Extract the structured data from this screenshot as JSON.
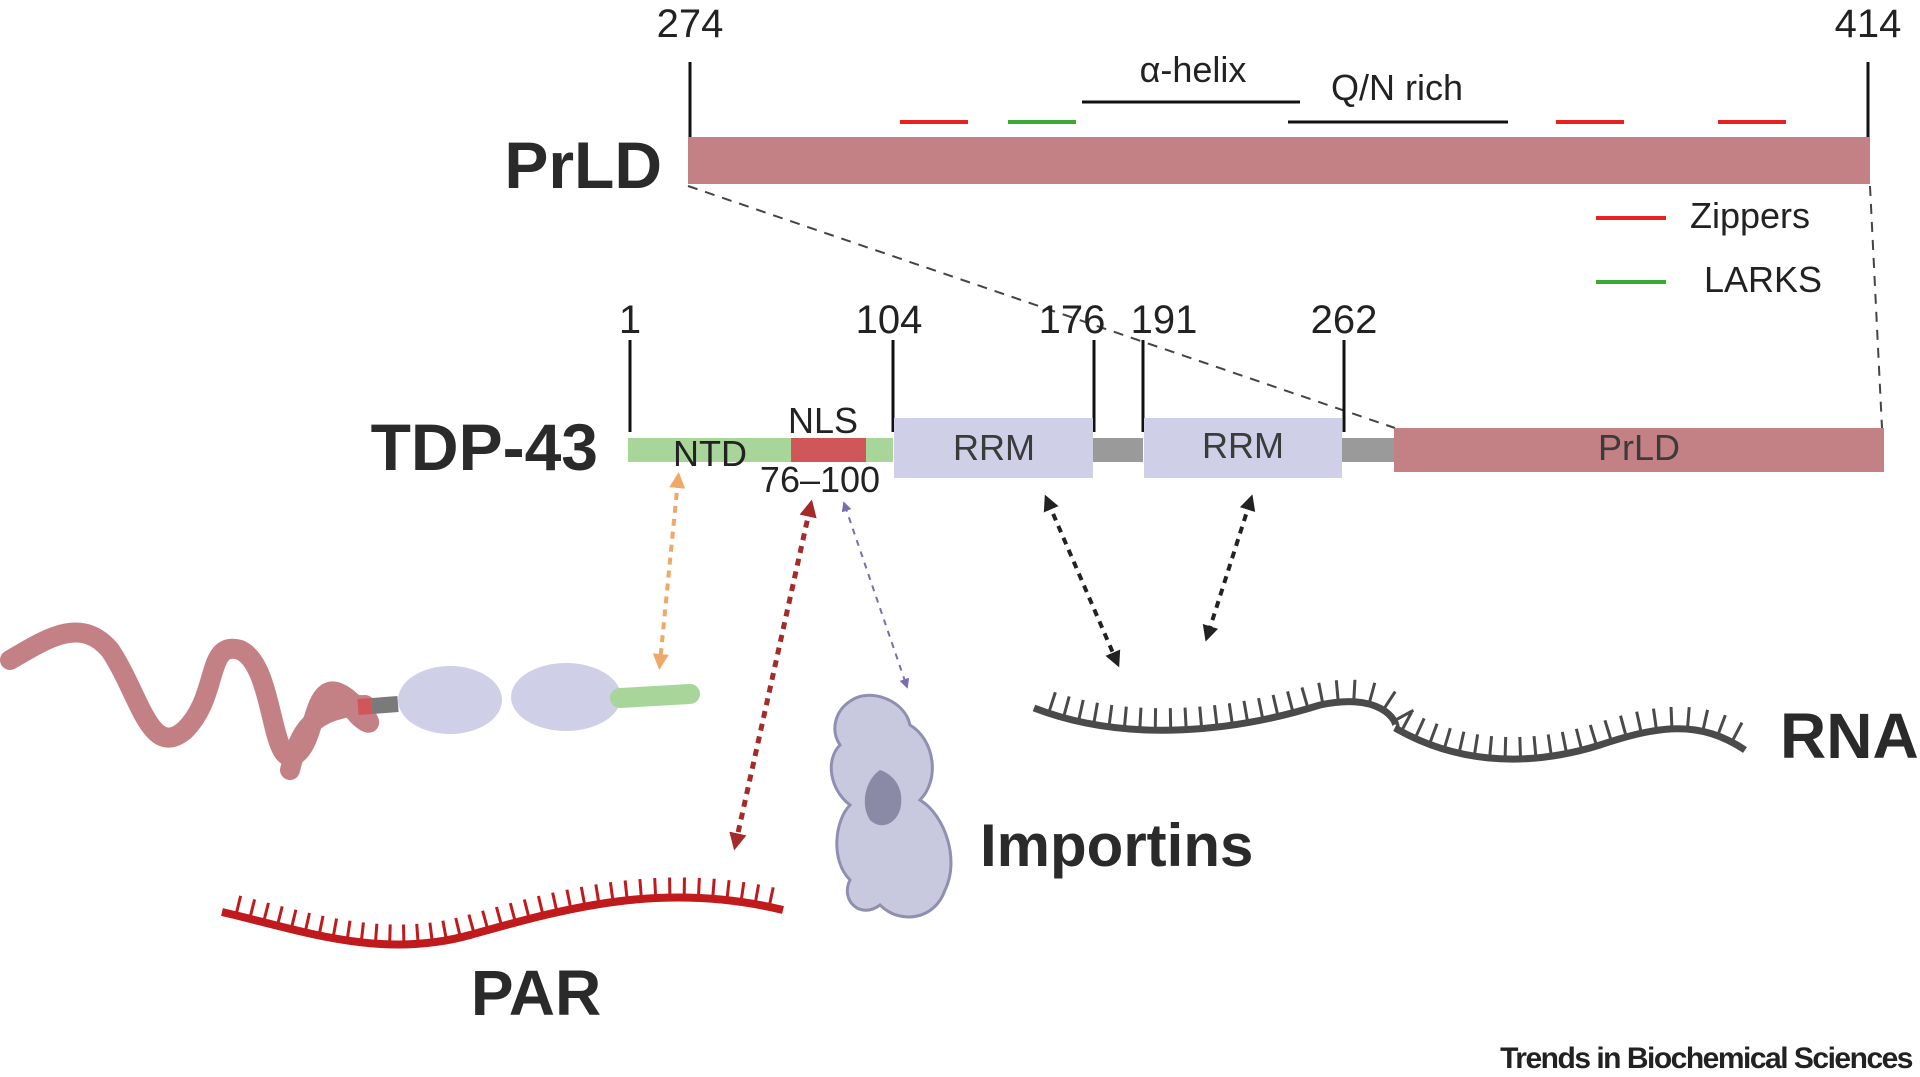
{
  "prld_zoom": {
    "title": "PrLD",
    "start": "274",
    "end": "414",
    "features": {
      "helix": "α-helix",
      "qn": "Q/N rich"
    },
    "legend": {
      "zippers": "Zippers",
      "larks": "LARKS"
    }
  },
  "protein": {
    "name": "TDP-43",
    "positions": {
      "p1": "1",
      "p104": "104",
      "p176": "176",
      "p191": "191",
      "p262": "262"
    },
    "domains": {
      "ntd": "NTD",
      "nls": "NLS",
      "nls_range": "76–100",
      "rrm1": "RRM",
      "rrm2": "RRM",
      "prld": "PrLD"
    }
  },
  "partners": {
    "par": "PAR",
    "importins": "Importins",
    "rna": "RNA"
  },
  "credit": "Trends in Biochemical Sciences",
  "colors": {
    "prld": "#c48185",
    "ntd": "#a8d59a",
    "nls": "#cf5759",
    "rrm": "#cfcfe8",
    "linker": "#9a9a9a",
    "zipper": "#e8201e",
    "larks": "#3aaa35",
    "par": "#c01a1d",
    "rna": "#4a4a4a",
    "arrow_ntd": "#f0a868",
    "arrow_par": "#a52a2a",
    "arrow_importin": "#7b6bb0",
    "arrow_rna": "#222222"
  }
}
